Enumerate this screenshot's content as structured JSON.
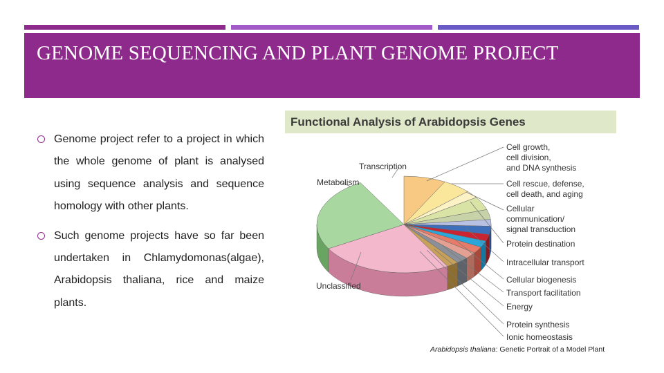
{
  "slide": {
    "title": "GENOME SEQUENCING AND PLANT GENOME PROJECT",
    "bullets": [
      "Genome project refer to a project in which the whole genome of plant is analysed using sequence analysis and sequence homology with other plants.",
      " Such genome projects have so far been undertaken in Chlamydomonas(algae), Arabidopsis thaliana, rice and maize plants."
    ]
  },
  "figure": {
    "title": "Functional Analysis of Arabidopsis Genes",
    "labels": {
      "transcription": "Transcription",
      "metabolism": "Metabolism",
      "unclassified": "Unclassified",
      "right": [
        "Cell growth,\ncell division,\nand DNA synthesis",
        "Cell rescue, defense,\ncell death, and aging",
        "Cellular\ncommunication/\nsignal transduction",
        "Protein destination",
        "Intracellular transport",
        "Cellular biogenesis",
        "Transport facilitation",
        "Energy",
        "Protein synthesis",
        "Ionic homeostasis"
      ]
    },
    "caption_italic": "Arabidopsis thaliana",
    "caption_rest": ": Genetic Portrait of a Model Plant"
  },
  "colors": {
    "accent_purple": "#8e2a8c",
    "accent_violet": "#a35ac9",
    "accent_blue": "#6a5ac5",
    "figure_title_bg": "#dfe8c8"
  }
}
